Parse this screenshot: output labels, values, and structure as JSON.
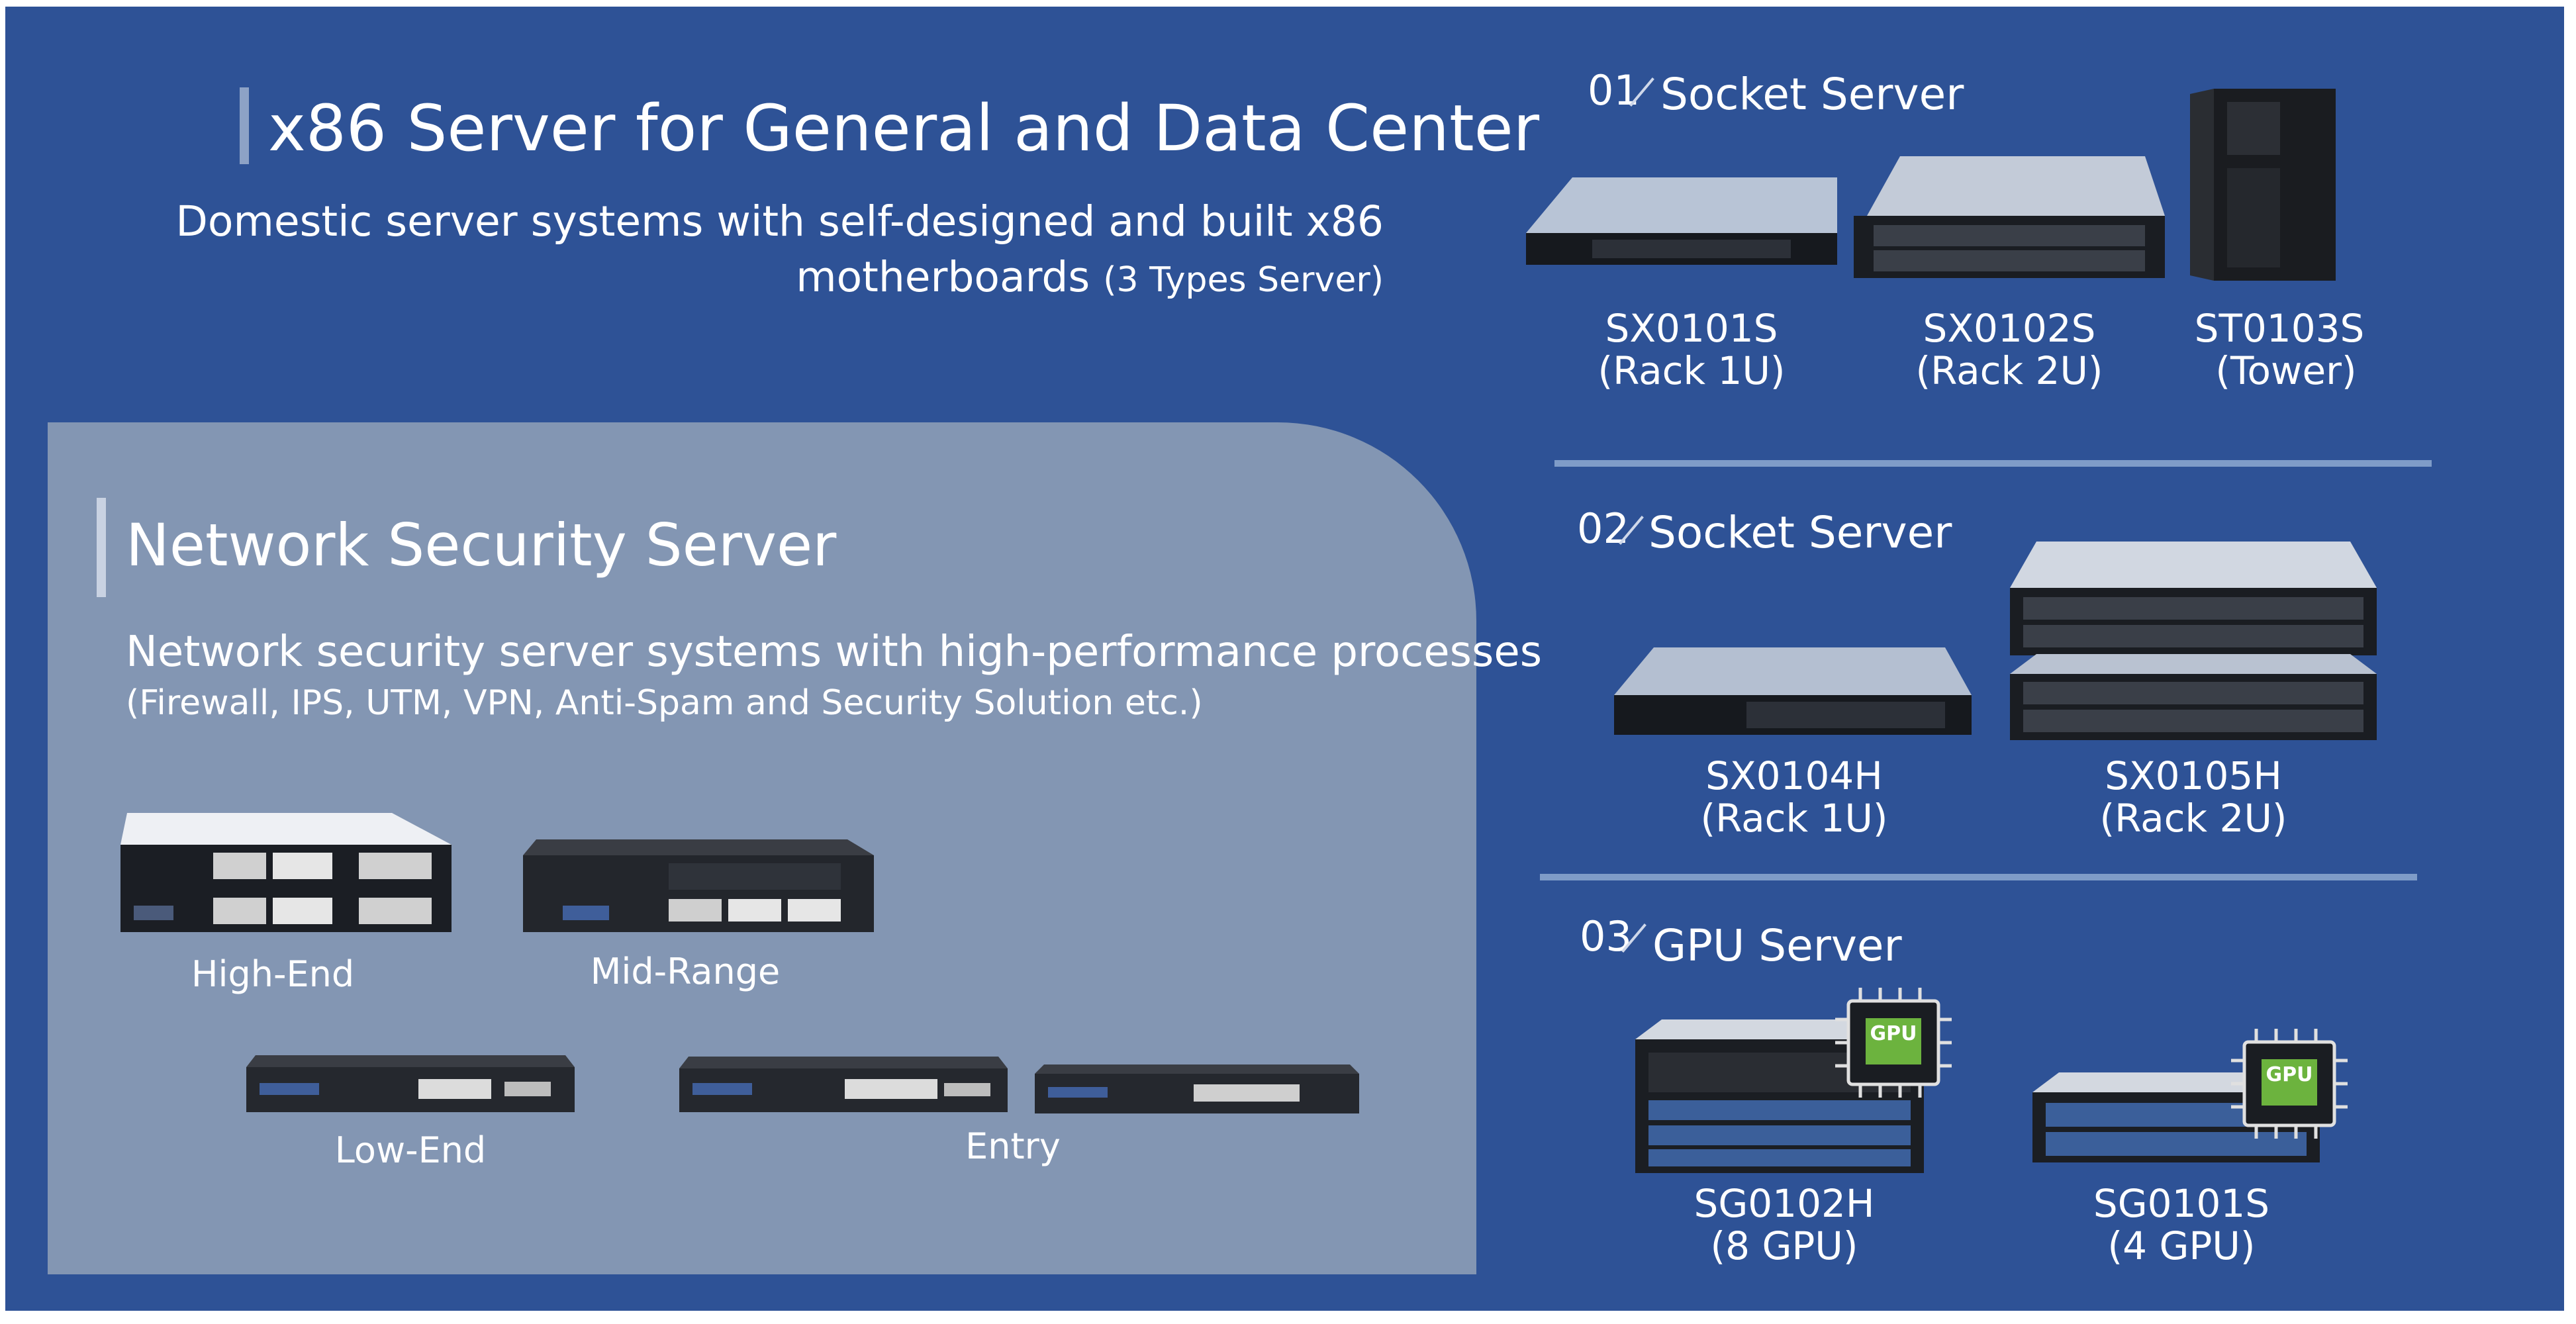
{
  "x86": {
    "title": "x86 Server for General and Data Center",
    "subtitle_line1": "Domestic server systems with self-designed and built x86",
    "subtitle_line2": "motherboards",
    "subtitle_note": "(3 Types Server)"
  },
  "nss": {
    "title": "Network Security Server",
    "subtitle": "Network security server systems with high-performance processes",
    "note": "(Firewall, IPS, UTM, VPN, Anti-Spam and Security Solution etc.)",
    "labels": {
      "high_end": "High-End",
      "mid_range": "Mid-Range",
      "low_end": "Low-End",
      "entry": "Entry"
    }
  },
  "sections": [
    {
      "num": "01",
      "title": "Socket Server",
      "products": [
        {
          "model": "SX0101S",
          "type": "(Rack 1U)"
        },
        {
          "model": "SX0102S",
          "type": "(Rack 2U)"
        },
        {
          "model": "ST0103S",
          "type": "(Tower)"
        }
      ]
    },
    {
      "num": "02",
      "title": "Socket Server",
      "products": [
        {
          "model": "SX0104H",
          "type": "(Rack 1U)"
        },
        {
          "model": "SX0105H",
          "type": "(Rack 2U)"
        }
      ]
    },
    {
      "num": "03",
      "title": "GPU Server",
      "products": [
        {
          "model": "SG0102H",
          "type": "(8 GPU)"
        },
        {
          "model": "SG0101S",
          "type": "(4 GPU)"
        }
      ]
    }
  ],
  "gpu_chip_label": "GPU",
  "colors": {
    "panel": "#2e5296",
    "nss_panel": "#8396b3",
    "accent_bar": "#8da2c6",
    "gpu_green": "#6cb33e"
  }
}
